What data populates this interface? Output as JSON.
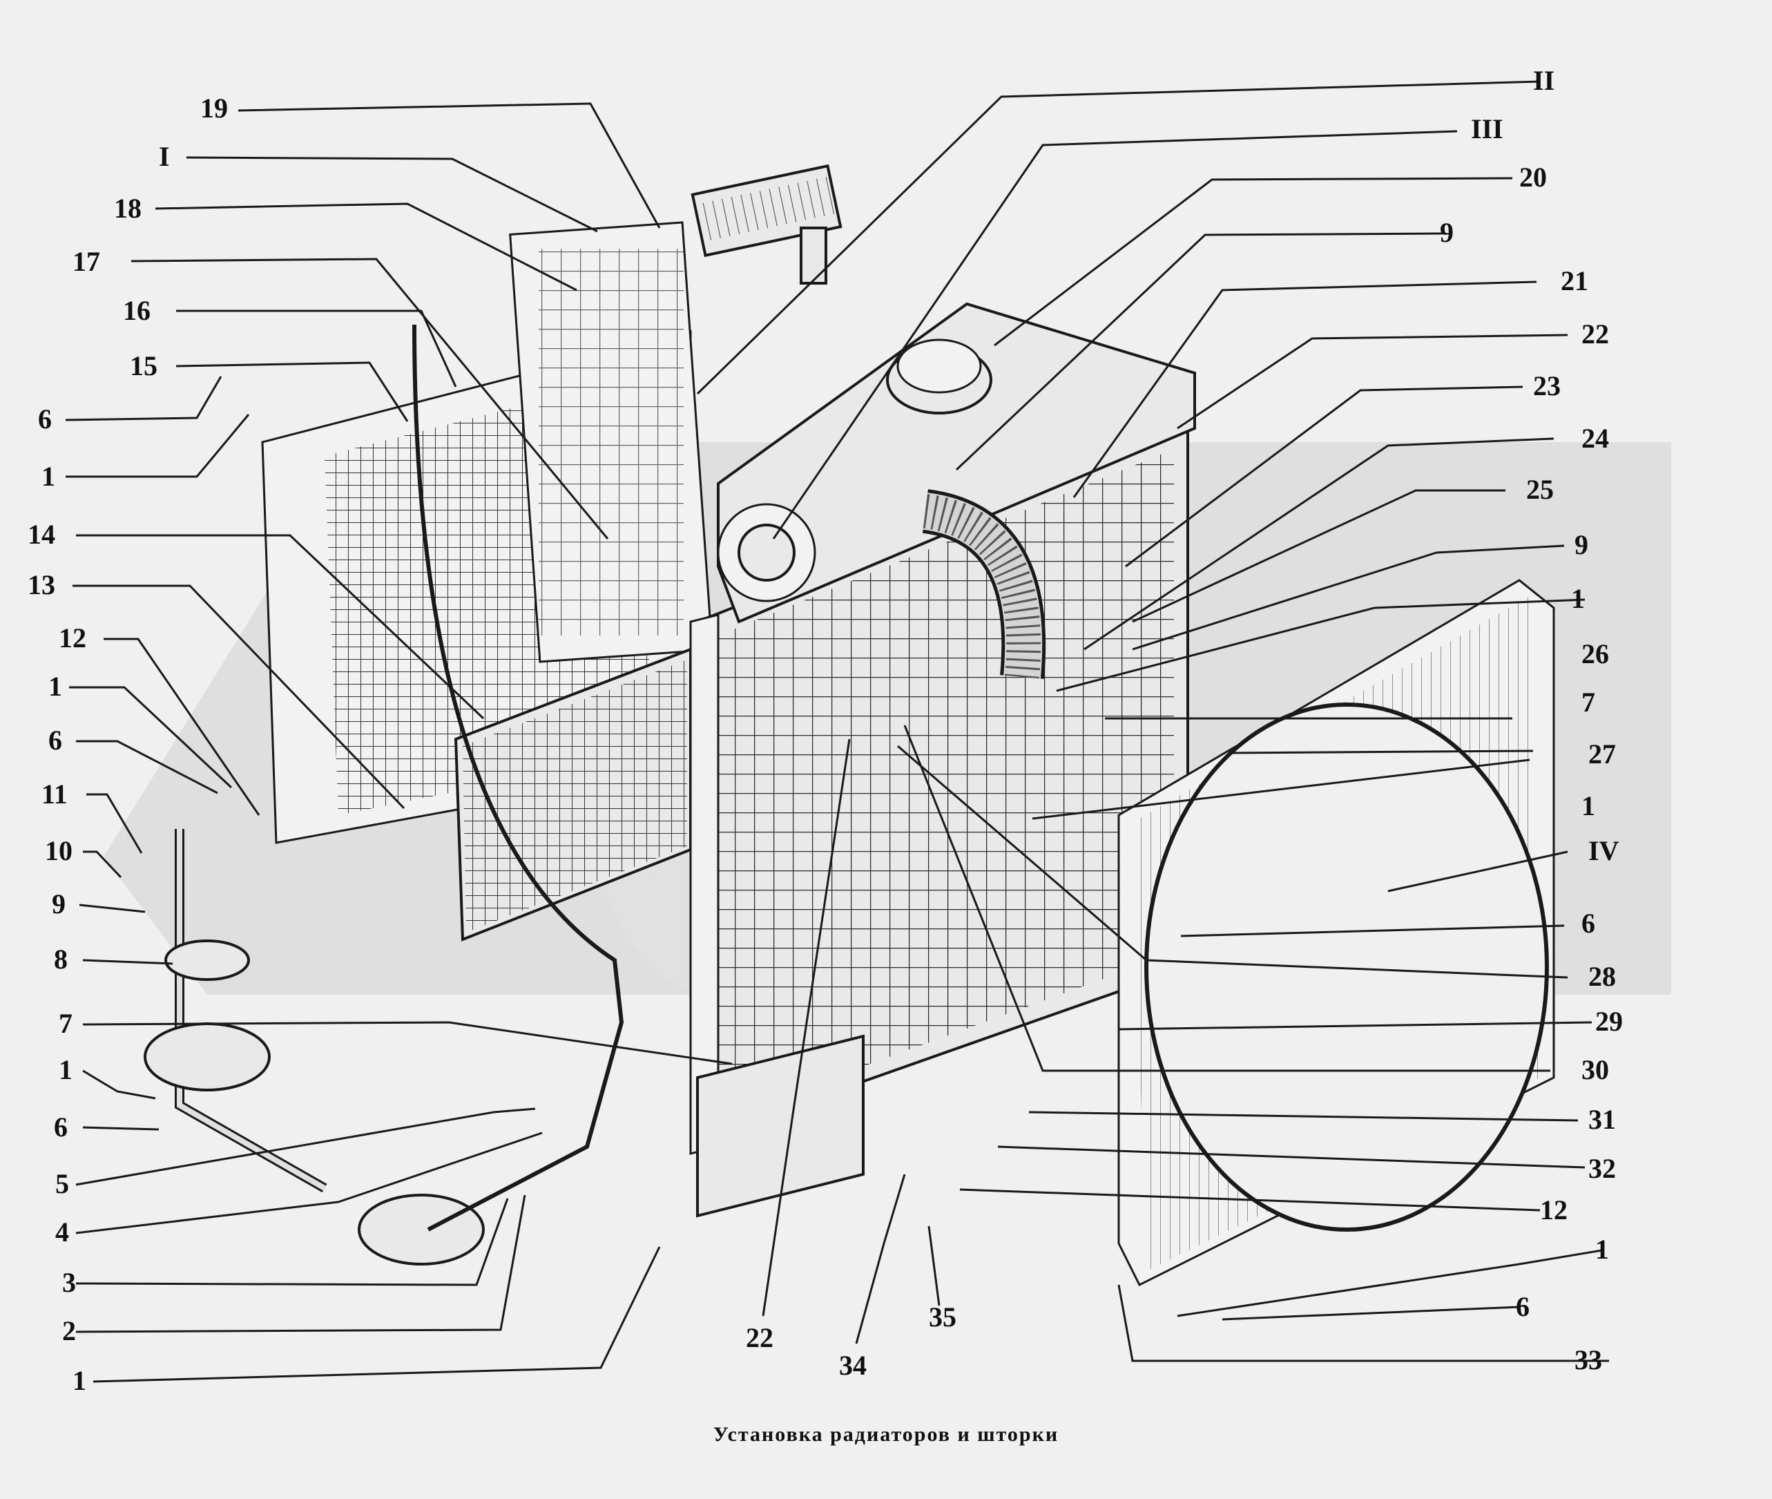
{
  "caption": "Установка радиаторов и шторки",
  "callouts": [
    {
      "id": "c19",
      "text": "19"
    },
    {
      "id": "cI",
      "text": "I"
    },
    {
      "id": "c18",
      "text": "18"
    },
    {
      "id": "c17",
      "text": "17"
    },
    {
      "id": "c16",
      "text": "16"
    },
    {
      "id": "c15",
      "text": "15"
    },
    {
      "id": "c6a",
      "text": "6"
    },
    {
      "id": "c1a",
      "text": "1"
    },
    {
      "id": "c14",
      "text": "14"
    },
    {
      "id": "c13",
      "text": "13"
    },
    {
      "id": "c12a",
      "text": "12"
    },
    {
      "id": "c1b",
      "text": "1"
    },
    {
      "id": "c6b",
      "text": "6"
    },
    {
      "id": "c11",
      "text": "11"
    },
    {
      "id": "c10",
      "text": "10"
    },
    {
      "id": "c9a",
      "text": "9"
    },
    {
      "id": "c8",
      "text": "8"
    },
    {
      "id": "c7a",
      "text": "7"
    },
    {
      "id": "c1c",
      "text": "1"
    },
    {
      "id": "c6c",
      "text": "6"
    },
    {
      "id": "c5",
      "text": "5"
    },
    {
      "id": "c4",
      "text": "4"
    },
    {
      "id": "c3",
      "text": "3"
    },
    {
      "id": "c2",
      "text": "2"
    },
    {
      "id": "c1d",
      "text": "1"
    },
    {
      "id": "c22a",
      "text": "22"
    },
    {
      "id": "c34",
      "text": "34"
    },
    {
      "id": "c35",
      "text": "35"
    },
    {
      "id": "cII",
      "text": "II"
    },
    {
      "id": "cIII",
      "text": "III"
    },
    {
      "id": "c20",
      "text": "20"
    },
    {
      "id": "c9b",
      "text": "9"
    },
    {
      "id": "c21",
      "text": "21"
    },
    {
      "id": "c22b",
      "text": "22"
    },
    {
      "id": "c23",
      "text": "23"
    },
    {
      "id": "c24",
      "text": "24"
    },
    {
      "id": "c25",
      "text": "25"
    },
    {
      "id": "c9c",
      "text": "9"
    },
    {
      "id": "c1e",
      "text": "1"
    },
    {
      "id": "c26",
      "text": "26"
    },
    {
      "id": "c7b",
      "text": "7"
    },
    {
      "id": "c27",
      "text": "27"
    },
    {
      "id": "c1f",
      "text": "1"
    },
    {
      "id": "cIV",
      "text": "IV"
    },
    {
      "id": "c6d",
      "text": "6"
    },
    {
      "id": "c28",
      "text": "28"
    },
    {
      "id": "c29",
      "text": "29"
    },
    {
      "id": "c30",
      "text": "30"
    },
    {
      "id": "c31",
      "text": "31"
    },
    {
      "id": "c32",
      "text": "32"
    },
    {
      "id": "c12b",
      "text": "12"
    },
    {
      "id": "c1g",
      "text": "1"
    },
    {
      "id": "c6e",
      "text": "6"
    },
    {
      "id": "c33",
      "text": "33"
    }
  ]
}
